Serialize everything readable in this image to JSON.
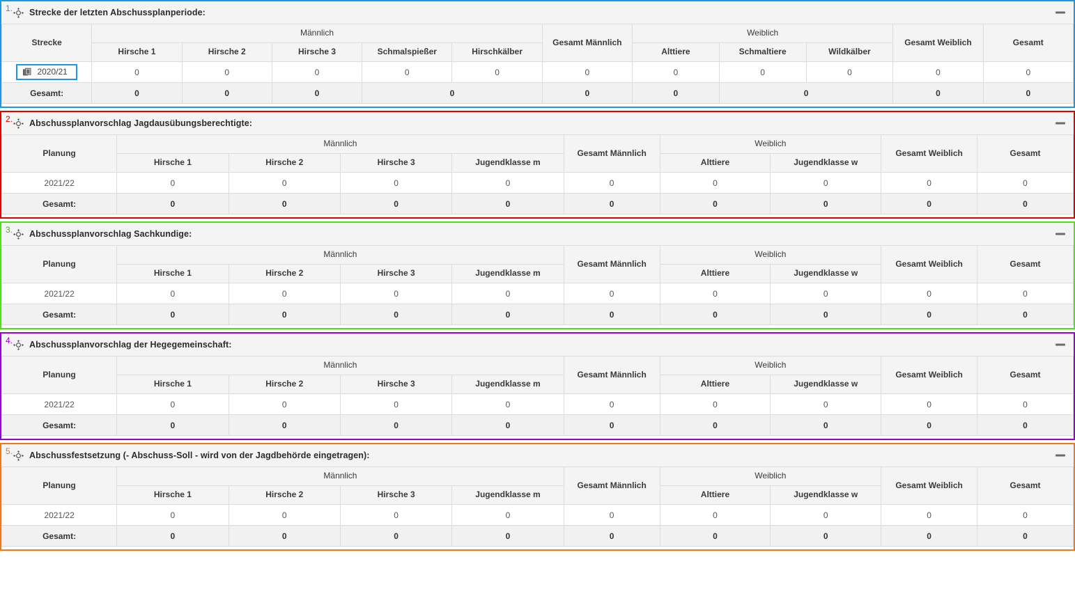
{
  "icons": {
    "move": "move-crosshair-icon",
    "minimize": "minimize-icon",
    "copy": "copy-icon"
  },
  "colors": {
    "section1": "#1a97e8",
    "section2": "#e00000",
    "section3": "#4fe016",
    "section4": "#9a00d4",
    "section5": "#f07818",
    "header_bg": "#f4f4f4",
    "total_row_bg": "#f1f1f1",
    "grid_line": "#dcdcdc"
  },
  "group_headers": {
    "maennlich": "Männlich",
    "weiblich": "Weiblich",
    "gesamt_maennlich": "Gesamt Männlich",
    "gesamt_weiblich": "Gesamt Weiblich",
    "gesamt": "Gesamt"
  },
  "sections": [
    {
      "number": "1.",
      "title": "Strecke der letzten Abschussplanperiode:",
      "color": "#1a97e8",
      "color_class": "c-blue",
      "corner_label": "Strecke",
      "male_columns": [
        "Hirsche 1",
        "Hirsche 2",
        "Hirsche 3",
        "Schmalspießer",
        "Hirschkälber"
      ],
      "female_columns": [
        "Alttiere",
        "Schmaltiere",
        "Wildkälber"
      ],
      "row": {
        "label": "2020/21",
        "is_button": true,
        "male_values": [
          "0",
          "0",
          "0",
          "0",
          "0"
        ],
        "total_male": "0",
        "female_values": [
          "0",
          "0",
          "0"
        ],
        "total_female": "0",
        "total": "0"
      },
      "total_row": {
        "label": "Gesamt:",
        "male_values": [
          "0",
          "0",
          "0",
          "0"
        ],
        "male_spans": [
          1,
          1,
          1,
          2
        ],
        "total_male": "0",
        "female_values": [
          "0",
          "0"
        ],
        "female_spans": [
          1,
          2
        ],
        "total_female": "0",
        "total": "0"
      }
    },
    {
      "number": "2.",
      "title": "Abschussplanvorschlag Jagdausübungsberechtigte:",
      "color": "#e00000",
      "color_class": "c-red",
      "corner_label": "Planung",
      "male_columns": [
        "Hirsche 1",
        "Hirsche 2",
        "Hirsche 3",
        "Jugendklasse m"
      ],
      "female_columns": [
        "Alttiere",
        "Jugendklasse w"
      ],
      "row": {
        "label": "2021/22",
        "is_button": false,
        "male_values": [
          "0",
          "0",
          "0",
          "0"
        ],
        "total_male": "0",
        "female_values": [
          "0",
          "0"
        ],
        "total_female": "0",
        "total": "0"
      },
      "total_row": {
        "label": "Gesamt:",
        "male_values": [
          "0",
          "0",
          "0",
          "0"
        ],
        "male_spans": [
          1,
          1,
          1,
          1
        ],
        "total_male": "0",
        "female_values": [
          "0",
          "0"
        ],
        "female_spans": [
          1,
          1
        ],
        "total_female": "0",
        "total": "0"
      }
    },
    {
      "number": "3.",
      "title": "Abschussplanvorschlag Sachkundige:",
      "color": "#4fe016",
      "color_class": "c-green",
      "corner_label": "Planung",
      "male_columns": [
        "Hirsche 1",
        "Hirsche 2",
        "Hirsche 3",
        "Jugendklasse m"
      ],
      "female_columns": [
        "Alttiere",
        "Jugendklasse w"
      ],
      "row": {
        "label": "2021/22",
        "is_button": false,
        "male_values": [
          "0",
          "0",
          "0",
          "0"
        ],
        "total_male": "0",
        "female_values": [
          "0",
          "0"
        ],
        "total_female": "0",
        "total": "0"
      },
      "total_row": {
        "label": "Gesamt:",
        "male_values": [
          "0",
          "0",
          "0",
          "0"
        ],
        "male_spans": [
          1,
          1,
          1,
          1
        ],
        "total_male": "0",
        "female_values": [
          "0",
          "0"
        ],
        "female_spans": [
          1,
          1
        ],
        "total_female": "0",
        "total": "0"
      }
    },
    {
      "number": "4.",
      "title": "Abschussplanvorschlag der Hegegemeinschaft:",
      "color": "#9a00d4",
      "color_class": "c-purple",
      "corner_label": "Planung",
      "male_columns": [
        "Hirsche 1",
        "Hirsche 2",
        "Hirsche 3",
        "Jugendklasse m"
      ],
      "female_columns": [
        "Alttiere",
        "Jugendklasse w"
      ],
      "row": {
        "label": "2021/22",
        "is_button": false,
        "male_values": [
          "0",
          "0",
          "0",
          "0"
        ],
        "total_male": "0",
        "female_values": [
          "0",
          "0"
        ],
        "total_female": "0",
        "total": "0"
      },
      "total_row": {
        "label": "Gesamt:",
        "male_values": [
          "0",
          "0",
          "0",
          "0"
        ],
        "male_spans": [
          1,
          1,
          1,
          1
        ],
        "total_male": "0",
        "female_values": [
          "0",
          "0"
        ],
        "female_spans": [
          1,
          1
        ],
        "total_female": "0",
        "total": "0"
      }
    },
    {
      "number": "5.",
      "title": "Abschussfestsetzung (- Abschuss-Soll - wird von der Jagdbehörde eingetragen):",
      "color": "#f07818",
      "color_class": "c-orange",
      "corner_label": "Planung",
      "male_columns": [
        "Hirsche 1",
        "Hirsche 2",
        "Hirsche 3",
        "Jugendklasse m"
      ],
      "female_columns": [
        "Alttiere",
        "Jugendklasse w"
      ],
      "row": {
        "label": "2021/22",
        "is_button": false,
        "male_values": [
          "0",
          "0",
          "0",
          "0"
        ],
        "total_male": "0",
        "female_values": [
          "0",
          "0"
        ],
        "total_female": "0",
        "total": "0"
      },
      "total_row": {
        "label": "Gesamt:",
        "male_values": [
          "0",
          "0",
          "0",
          "0"
        ],
        "male_spans": [
          1,
          1,
          1,
          1
        ],
        "total_male": "0",
        "female_values": [
          "0",
          "0"
        ],
        "female_spans": [
          1,
          1
        ],
        "total_female": "0",
        "total": "0"
      }
    }
  ]
}
